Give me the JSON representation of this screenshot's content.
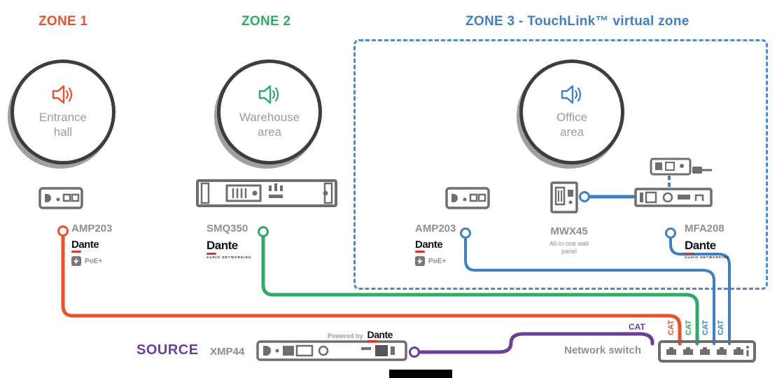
{
  "zone1": {
    "title": "ZONE 1",
    "room_line1": "Entrance",
    "room_line2": "hall"
  },
  "zone2": {
    "title": "ZONE 2",
    "room_line1": "Warehouse",
    "room_line2": "area"
  },
  "zone3": {
    "title": "ZONE 3 - TouchLink™ virtual zone",
    "room_line1": "Office",
    "room_line2": "area"
  },
  "devices": {
    "amp1_name": "AMP203",
    "smq_name": "SMQ350",
    "amp2_name": "AMP203",
    "mwx_name": "MWX45",
    "mwx_caption1": "All-in-one wall",
    "mwx_caption2": "panel",
    "mfa_name": "MFA208",
    "dante": "Dante",
    "dante_caption": "AUDIO NETWORKING",
    "poe": "PoE+"
  },
  "source": {
    "label": "SOURCE",
    "device_name": "XMP44",
    "powered_by": "Powered by"
  },
  "network": {
    "switch_label": "Network switch",
    "cat": "CAT"
  },
  "colors": {
    "zone1_orange": "#E9512D",
    "zone2_green": "#2FA966",
    "zone3_blue": "#3E80C3",
    "source_purple": "#6B3E98",
    "device_gray": "#6E6E6E"
  }
}
